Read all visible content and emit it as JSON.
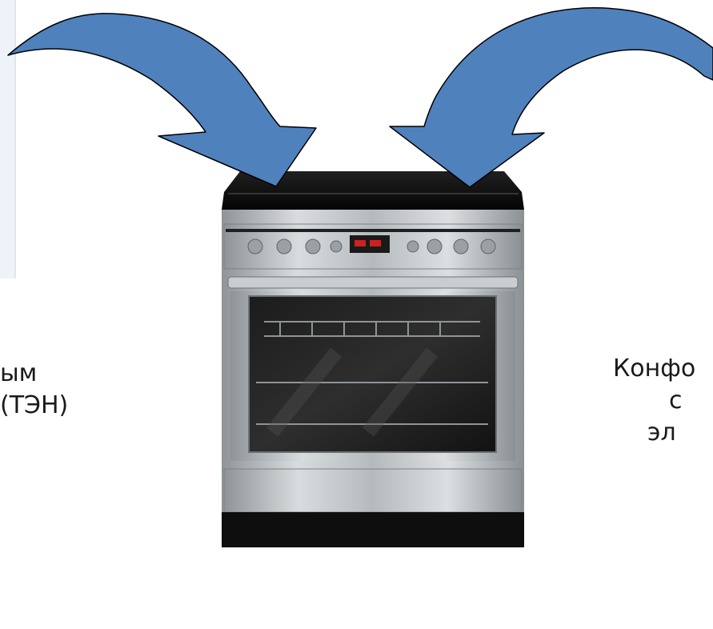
{
  "labels": {
    "left_line1": "ым",
    "left_line2": "(ТЭН)",
    "right_line1": "Конфо",
    "right_line2": "с",
    "right_line3": "эл"
  },
  "colors": {
    "arrow_fill": "#4f81bd",
    "arrow_stroke": "#000000",
    "stove_body": "#b8bcbf",
    "stove_dark": "#111111",
    "knob_display": "#cc2222"
  },
  "icons": {
    "left_arrow": "curved-arrow-down-right-icon",
    "right_arrow": "curved-arrow-down-left-icon",
    "stove": "electric-stove-image"
  }
}
